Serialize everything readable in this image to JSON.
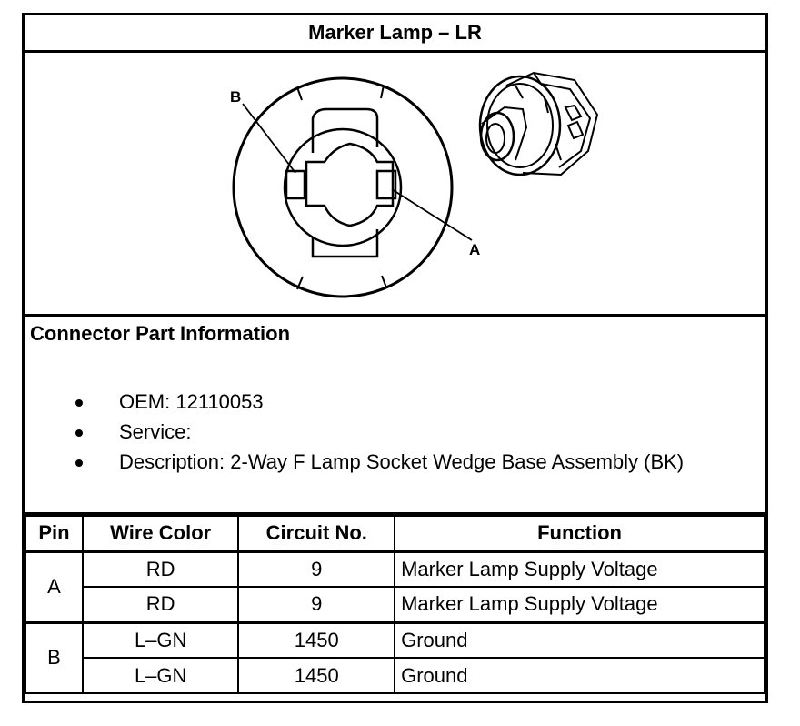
{
  "title": "Marker Lamp – LR",
  "figure": {
    "callout_b": "B",
    "callout_a": "A"
  },
  "connector_info": {
    "heading": "Connector Part Information",
    "items": [
      "OEM: 12110053",
      "Service:",
      "Description: 2-Way F Lamp Socket Wedge Base Assembly (BK)"
    ]
  },
  "table": {
    "headers": [
      "Pin",
      "Wire Color",
      "Circuit No.",
      "Function"
    ],
    "groups": [
      {
        "pin": "A",
        "rows": [
          {
            "wire_color": "RD",
            "circuit": "9",
            "function": "Marker Lamp Supply Voltage"
          },
          {
            "wire_color": "RD",
            "circuit": "9",
            "function": "Marker Lamp Supply Voltage"
          }
        ]
      },
      {
        "pin": "B",
        "rows": [
          {
            "wire_color": "L–GN",
            "circuit": "1450",
            "function": "Ground"
          },
          {
            "wire_color": "L–GN",
            "circuit": "1450",
            "function": "Ground"
          }
        ]
      }
    ]
  }
}
